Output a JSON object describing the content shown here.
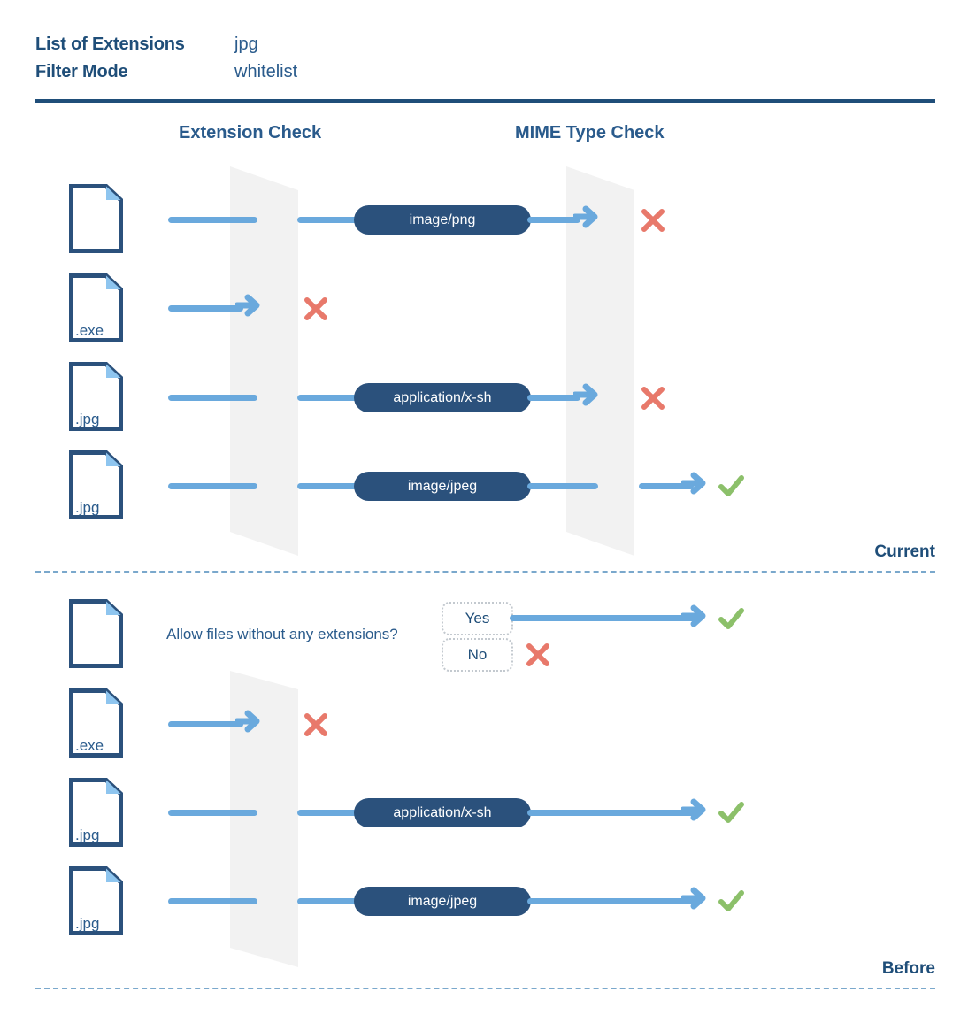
{
  "header": {
    "rows": [
      {
        "label": "List of Extensions",
        "value": "jpg"
      },
      {
        "label": "Filter Mode",
        "value": "whitelist"
      }
    ]
  },
  "columns": {
    "extension_check": "Extension Check",
    "mime_type_check": "MIME Type Check"
  },
  "sections": [
    {
      "name": "Current",
      "side_label": "Current",
      "rows": [
        {
          "file_ext": "",
          "mime": "image/png",
          "extension_result": "pass",
          "mime_result": "fail",
          "verdict": "fail"
        },
        {
          "file_ext": ".exe",
          "mime": "",
          "extension_result": "fail",
          "mime_result": "",
          "verdict": "fail"
        },
        {
          "file_ext": ".jpg",
          "mime": "application/x-sh",
          "extension_result": "pass",
          "mime_result": "fail",
          "verdict": "fail"
        },
        {
          "file_ext": ".jpg",
          "mime": "image/jpeg",
          "extension_result": "pass",
          "mime_result": "pass",
          "verdict": "pass"
        }
      ]
    },
    {
      "name": "Before",
      "side_label": "Before",
      "question": "Allow files without any extensions?",
      "options": [
        {
          "label": "Yes",
          "verdict": "pass"
        },
        {
          "label": "No",
          "verdict": "fail"
        }
      ],
      "rows": [
        {
          "file_ext": "",
          "mime": "",
          "extension_result": "question",
          "mime_result": "",
          "verdict": "pass"
        },
        {
          "file_ext": ".exe",
          "mime": "",
          "extension_result": "fail",
          "mime_result": "",
          "verdict": "fail"
        },
        {
          "file_ext": ".jpg",
          "mime": "application/x-sh",
          "extension_result": "pass",
          "mime_result": "pass",
          "verdict": "pass"
        },
        {
          "file_ext": ".jpg",
          "mime": "image/jpeg",
          "extension_result": "pass",
          "mime_result": "pass",
          "verdict": "pass"
        }
      ]
    }
  ],
  "colors": {
    "navy": "#1f4e79",
    "pill_bg": "#2b517c",
    "line_blue": "#6aa9dd",
    "fail_red": "#e8796b",
    "pass_green": "#8cc06a",
    "wall_gray": "#f2f2f2"
  },
  "icons": {
    "file": "file-icon",
    "check": "check-icon",
    "cross": "cross-icon",
    "arrow": "arrow-right-icon",
    "wall": "filter-wall-icon"
  }
}
